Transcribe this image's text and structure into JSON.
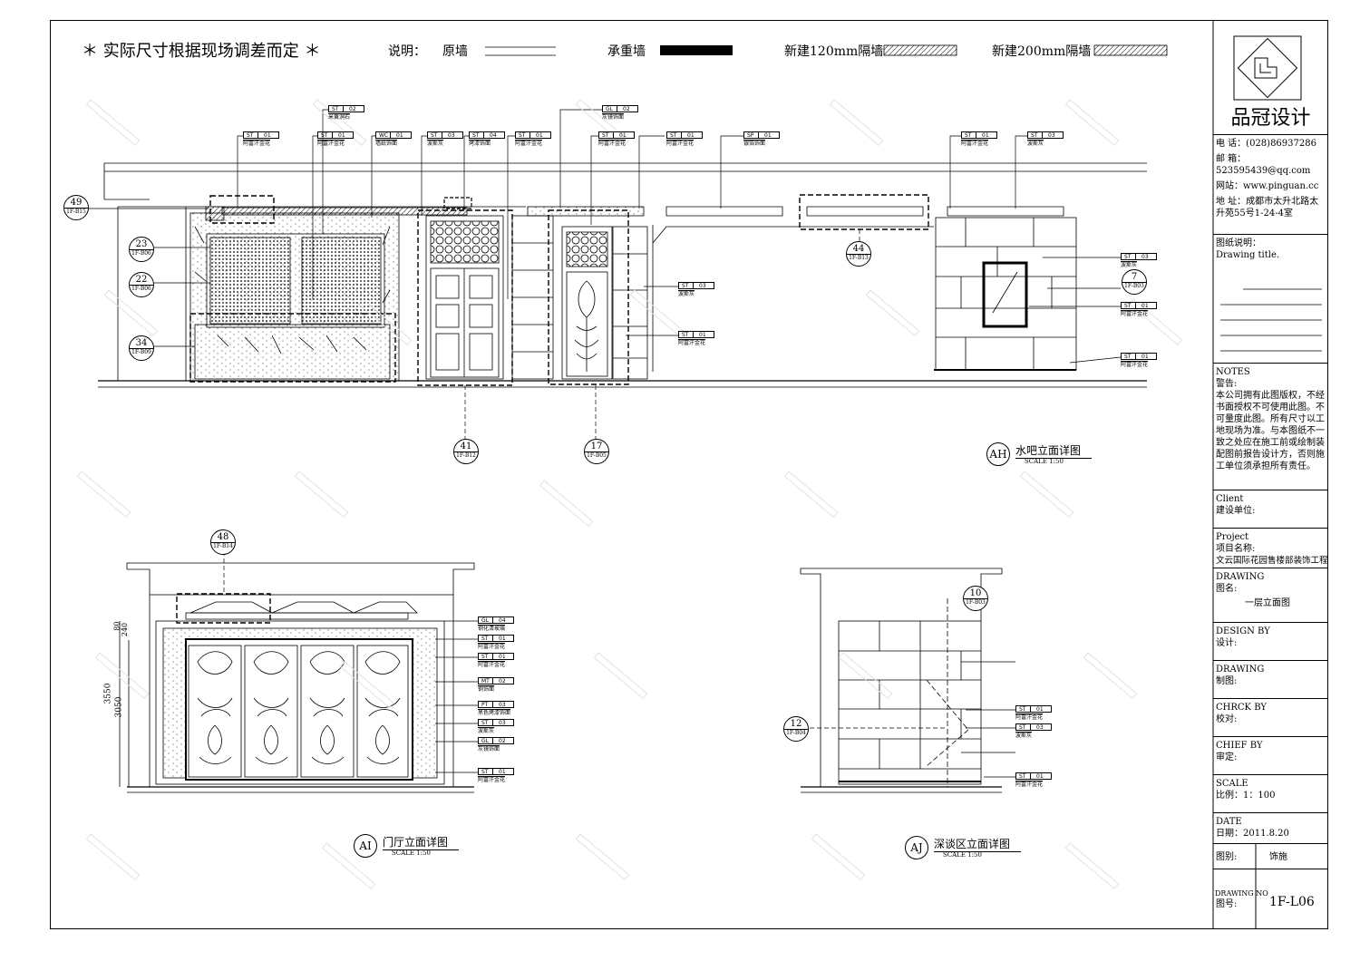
{
  "header": {
    "note": "＊ 实际尺寸根据现场调差而定 ＊",
    "legend_label": "说明：",
    "legend_items": [
      "原墙",
      "承重墙",
      "新建120mm隔墙",
      "新建200mm隔墙"
    ]
  },
  "title_block": {
    "logo_text": "品冠设计",
    "phone": "电 话：(028)86937286",
    "email": "邮 箱：523595439@qq.com",
    "website": "网站：www.pinguan.cc",
    "address": "地 址：成都市太升北路太升苑55号1-24-4室",
    "drawing_desc_cn": "图纸说明：",
    "drawing_desc_en": "Drawing title.",
    "notes_title": "NOTES",
    "notes_warning": "警告:",
    "notes_body": "本公司拥有此图版权，不经书面授权不可使用此图。不可量度此图。所有尺寸以工地现场为准。与本图纸不一致之处应在施工前或绘制装配图前报告设计方，否则施工单位须承担所有责任。",
    "client_en": "Client",
    "client_cn": "建设单位:",
    "project_en": "Project",
    "project_cn": "项目名称:",
    "project_name": "文云国际花园售楼部装饰工程",
    "drawing_en": "DRAWING",
    "drawing_cn": "图名:",
    "drawing_name": "一层立面图",
    "design_en": "DESIGN BY",
    "design_cn": "设计:",
    "draw_en": "DRAWING",
    "draw_cn": "制图:",
    "check_en": "CHRCK BY",
    "check_cn": "校对:",
    "chief_en": "CHIEF BY",
    "chief_cn": "审定:",
    "scale_en": "SCALE",
    "scale_cn": "比例：1：100",
    "date_en": "DATE",
    "date_cn": "日期：2011.8.20",
    "type_label": "图别:",
    "type_value": "饰施",
    "no_en": "DRAWING NO",
    "no_cn": "图号:",
    "no_value": "1F-L06"
  },
  "views": {
    "ah": {
      "code": "AH",
      "title": "水吧立面详图",
      "scale": "SCALE 1:50"
    },
    "ai": {
      "code": "AI",
      "title": "门厅立面详图",
      "scale": "SCALE 1:50"
    },
    "aj": {
      "code": "AJ",
      "title": "深谈区立面详图",
      "scale": "SCALE 1:50"
    }
  },
  "dims": {
    "d1": "3550",
    "d2": "3050",
    "d3": "80",
    "d4": "240"
  },
  "detail_bubbles": [
    {
      "n": "49",
      "ref": "1F-B15"
    },
    {
      "n": "23",
      "ref": "1F-B06"
    },
    {
      "n": "22",
      "ref": "1F-B06"
    },
    {
      "n": "34",
      "ref": "1F-B09"
    },
    {
      "n": "41",
      "ref": "1F-B12"
    },
    {
      "n": "17",
      "ref": "1F-B05"
    },
    {
      "n": "44",
      "ref": "1F-B13"
    },
    {
      "n": "7",
      "ref": "1F-B03"
    },
    {
      "n": "48",
      "ref": "1F-B14"
    },
    {
      "n": "10",
      "ref": "1F-B03"
    },
    {
      "n": "12",
      "ref": "1F-B04"
    }
  ],
  "material_tags": [
    {
      "code": "ST",
      "no": "02",
      "desc": "米黄洞石"
    },
    {
      "code": "ST",
      "no": "01",
      "desc": "阿富汗金花"
    },
    {
      "code": "ST",
      "no": "01",
      "desc": "阿富汗金花"
    },
    {
      "code": "WC",
      "no": "01",
      "desc": "墙纸饰面"
    },
    {
      "code": "ST",
      "no": "03",
      "desc": "波斯灰"
    },
    {
      "code": "ST",
      "no": "04",
      "desc": "烤漆饰面"
    },
    {
      "code": "ST",
      "no": "01",
      "desc": "阿富汗金花"
    },
    {
      "code": "ST",
      "no": "01",
      "desc": "阿富汗金花"
    },
    {
      "code": "GL",
      "no": "02",
      "desc": "灰镜饰面"
    },
    {
      "code": "ST",
      "no": "01",
      "desc": "阿富汗金花"
    },
    {
      "code": "SP",
      "no": "01",
      "desc": "银箔饰面"
    },
    {
      "code": "ST",
      "no": "01",
      "desc": "阿富汗金花"
    },
    {
      "code": "ST",
      "no": "03",
      "desc": "波斯灰"
    },
    {
      "code": "ST",
      "no": "03",
      "desc": "波斯灰"
    },
    {
      "code": "ST",
      "no": "01",
      "desc": "阿富汗金花"
    },
    {
      "code": "ST",
      "no": "03",
      "desc": "波斯灰"
    },
    {
      "code": "ST",
      "no": "01",
      "desc": "阿富汗金花"
    },
    {
      "code": "ST",
      "no": "01",
      "desc": "阿富汗金花"
    },
    {
      "code": "GL",
      "no": "04",
      "desc": "钢化清玻璃"
    },
    {
      "code": "ST",
      "no": "01",
      "desc": "阿富汗金花"
    },
    {
      "code": "ST",
      "no": "01",
      "desc": "阿富汗金花"
    },
    {
      "code": "MT",
      "no": "02",
      "desc": "钢饰面"
    },
    {
      "code": "PT",
      "no": "03",
      "desc": "黑色烤漆饰面"
    },
    {
      "code": "ST",
      "no": "03",
      "desc": "波斯灰"
    },
    {
      "code": "GL",
      "no": "02",
      "desc": "灰镜饰面"
    },
    {
      "code": "ST",
      "no": "01",
      "desc": "阿富汗金花"
    },
    {
      "code": "ST",
      "no": "01",
      "desc": "阿富汗金花"
    },
    {
      "code": "ST",
      "no": "03",
      "desc": "波斯灰"
    },
    {
      "code": "ST",
      "no": "01",
      "desc": "阿富汗金花"
    }
  ]
}
